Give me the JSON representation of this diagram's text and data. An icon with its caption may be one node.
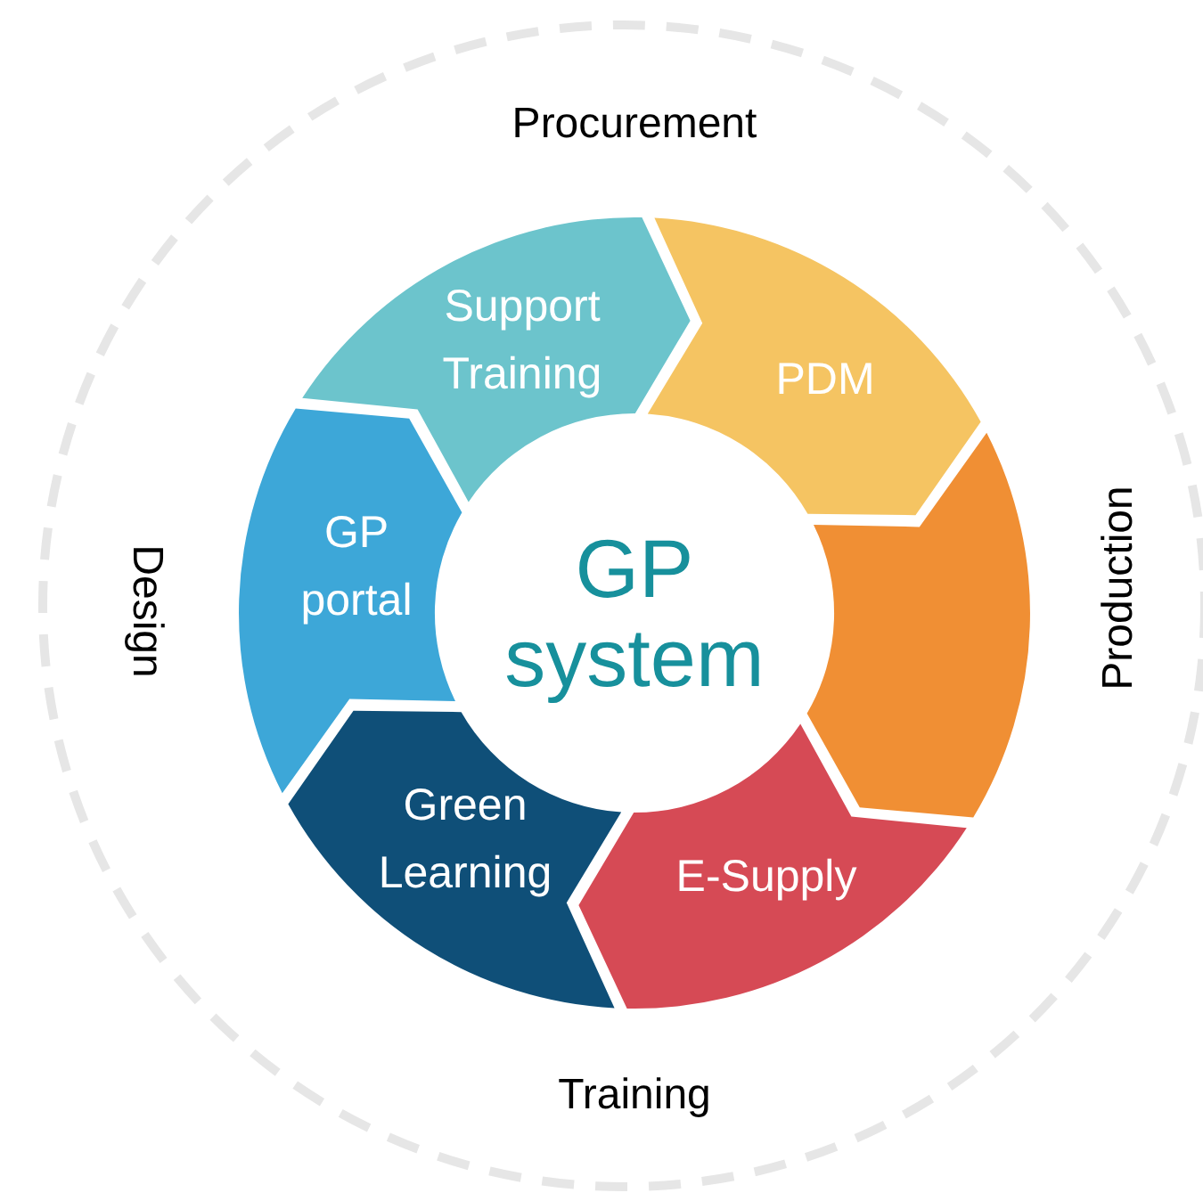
{
  "diagram": {
    "nodes": [
      {
        "text": [
          "Support Training"
        ]
      },
      {
        "text": [
          "PDM"
        ]
      },
      {
        "text": [],
        "shape": "segment"
      },
      {
        "text": [
          "E-Supply"
        ]
      },
      {
        "text": [
          "Green Learning"
        ]
      },
      {
        "text": [
          "GP portal"
        ]
      },
      {
        "text": [
          "GP system"
        ]
      }
    ],
    "labels": [
      "Procurement",
      "Design",
      "Production",
      "Training"
    ]
  }
}
